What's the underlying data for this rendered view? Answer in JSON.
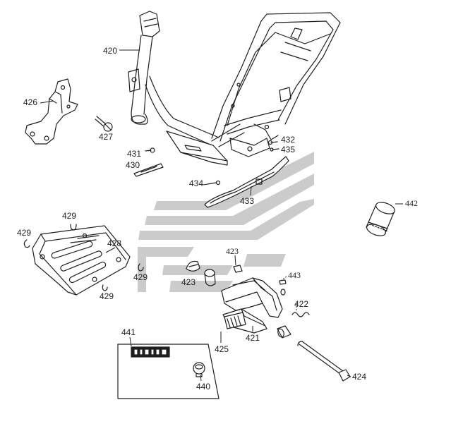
{
  "colors": {
    "line": "#1e1e1e",
    "watermark": "#cbcbcb",
    "paper": "#ffffff"
  },
  "callouts": {
    "p420": "420",
    "p426": "426",
    "p427": "427",
    "p431": "431",
    "p430": "430",
    "p434": "434",
    "p433": "433",
    "p432": "432",
    "p435": "435",
    "p442": "442",
    "p429a": "429",
    "p429b": "429",
    "p428": "428",
    "p429c": "429",
    "p429d": "429",
    "p423a": "423",
    "p423b": "423",
    "p443": "443",
    "p422": "422",
    "p421": "421",
    "p425": "425",
    "p424": "424",
    "p441": "441",
    "p440": "440"
  }
}
